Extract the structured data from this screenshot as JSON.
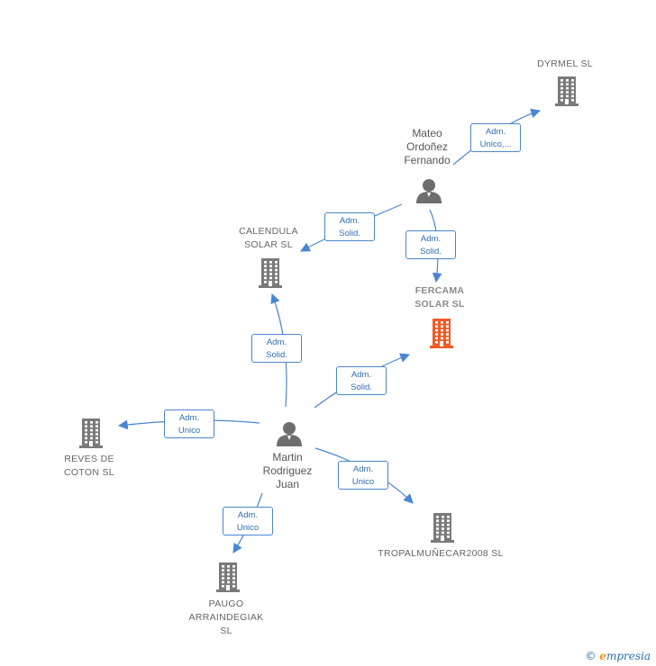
{
  "colors": {
    "edge": "#4a86d0",
    "company": "#7a7a7a",
    "focus_company": "#f05a24",
    "person": "#6e6e6e"
  },
  "nodes": [
    {
      "id": "dyrmel",
      "type": "company",
      "label": "DYRMEL SL"
    },
    {
      "id": "mateo",
      "type": "person",
      "label": "Mateo\nOrdoñez\nFernando"
    },
    {
      "id": "calendula",
      "type": "company",
      "label": "CALENDULA\nSOLAR  SL"
    },
    {
      "id": "fercama",
      "type": "company",
      "focus": true,
      "label": "FERCAMA\nSOLAR  SL"
    },
    {
      "id": "martin",
      "type": "person",
      "label": "Martin\nRodriguez\nJuan"
    },
    {
      "id": "reves",
      "type": "company",
      "label": "REVES DE\nCOTON  SL"
    },
    {
      "id": "tropal",
      "type": "company",
      "label": "TROPALMUÑECAR2008 SL"
    },
    {
      "id": "paugo",
      "type": "company",
      "label": "PAUGO\nARRAINDEGIAK\nSL"
    }
  ],
  "edges": [
    {
      "from": "mateo",
      "to": "dyrmel",
      "label": "Adm.\nUnico,..."
    },
    {
      "from": "mateo",
      "to": "calendula",
      "label": "Adm.\nSolid."
    },
    {
      "from": "mateo",
      "to": "fercama",
      "label": "Adm.\nSolid."
    },
    {
      "from": "martin",
      "to": "calendula",
      "label": "Adm.\nSolid."
    },
    {
      "from": "martin",
      "to": "fercama",
      "label": "Adm.\nSolid."
    },
    {
      "from": "martin",
      "to": "reves",
      "label": "Adm.\nUnico"
    },
    {
      "from": "martin",
      "to": "tropal",
      "label": "Adm.\nUnico"
    },
    {
      "from": "martin",
      "to": "paugo",
      "label": "Adm.\nUnico"
    }
  ],
  "brand": {
    "copyright": "©",
    "name_first": "e",
    "name_rest": "mpresia"
  }
}
